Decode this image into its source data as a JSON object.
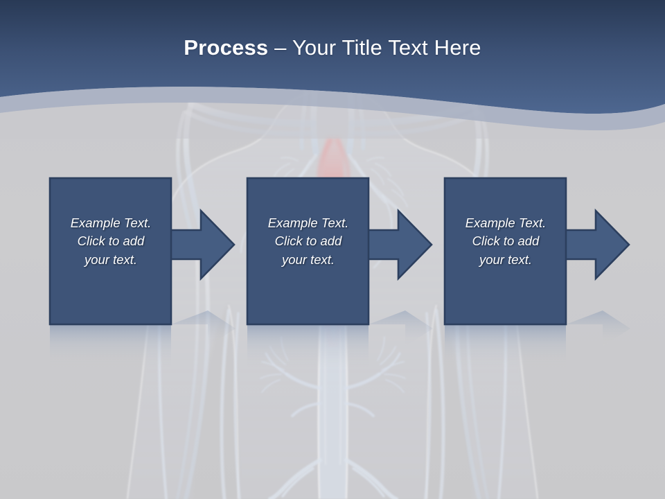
{
  "slide": {
    "title_bold": "Process",
    "title_separator": " – ",
    "title_rest": "Your Title Text Here",
    "background_description": "x-ray-style anatomical illustration of the human circulatory system with pale blue vessels and a pink aorta",
    "colors": {
      "header_top": "#2b3c58",
      "header_bottom": "#4d6690",
      "header_band_light": "#a8b0c0",
      "body_background": "#cbcbcd",
      "box_fill": "#3e5478",
      "box_border": "#2c3f5e",
      "arrow_fill": "#455d82",
      "arrow_border": "#2c3f5e",
      "title_text": "#ffffff",
      "box_text": "#ffffff",
      "aorta_accent": "#e8a0a0"
    }
  },
  "process": {
    "steps": [
      {
        "id": "step-1",
        "lines": [
          "Example Text.",
          "Click  to add",
          "your text."
        ]
      },
      {
        "id": "step-2",
        "lines": [
          "Example Text.",
          "Click  to add",
          "your text."
        ]
      },
      {
        "id": "step-3",
        "lines": [
          "Example Text.",
          "Click  to add",
          "your text."
        ]
      }
    ],
    "arrow_count": 3,
    "arrow_direction": "right"
  }
}
